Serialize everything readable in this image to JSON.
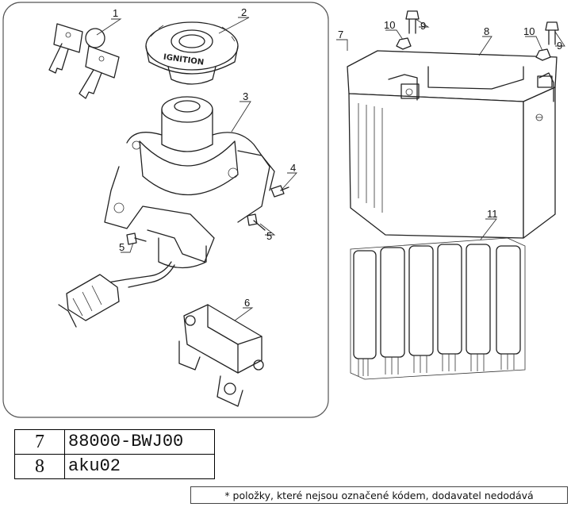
{
  "diagram": {
    "callouts": [
      "1",
      "2",
      "3",
      "4",
      "5",
      "5",
      "6",
      "7",
      "8",
      "9",
      "9",
      "10",
      "10",
      "11"
    ],
    "engraving": "IGNITION"
  },
  "parts_table": [
    {
      "num": "7",
      "code": "88000-BWJ00"
    },
    {
      "num": "8",
      "code": "aku02"
    }
  ],
  "footnote": "* položky, které nejsou označené kódem, dodavatel nedodává"
}
